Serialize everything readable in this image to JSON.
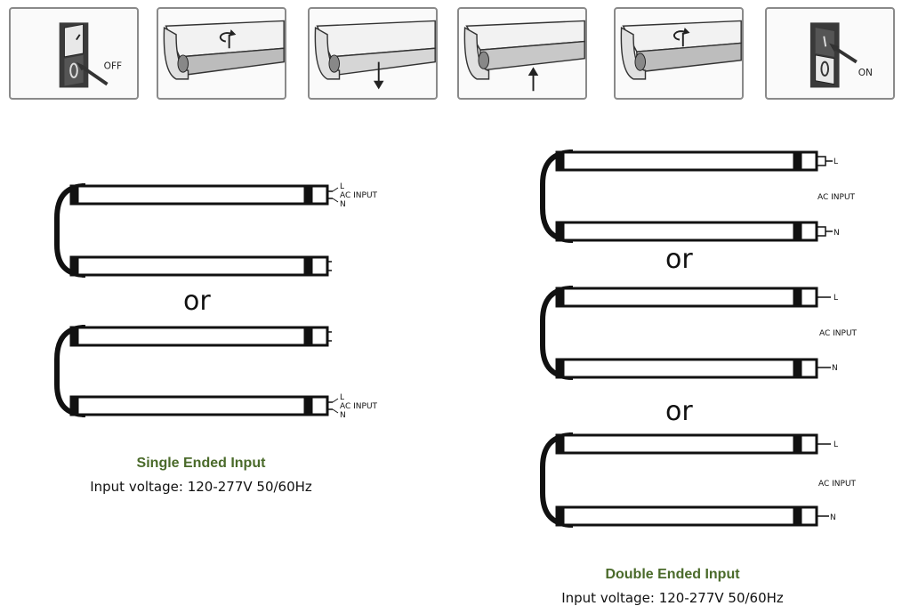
{
  "steps": {
    "off_label": "OFF",
    "on_label": "ON"
  },
  "single": {
    "title": "Single Ended Input",
    "voltage": "Input voltage: 120-277V 50/60Hz",
    "or": "or",
    "ac_input": "AC INPUT",
    "l": "L",
    "n": "N"
  },
  "double": {
    "title": "Double Ended Input",
    "voltage": "Input voltage: 120-277V 50/60Hz",
    "or1": "or",
    "or2": "or",
    "ac_input": "AC INPUT",
    "l": "L",
    "n": "N"
  }
}
